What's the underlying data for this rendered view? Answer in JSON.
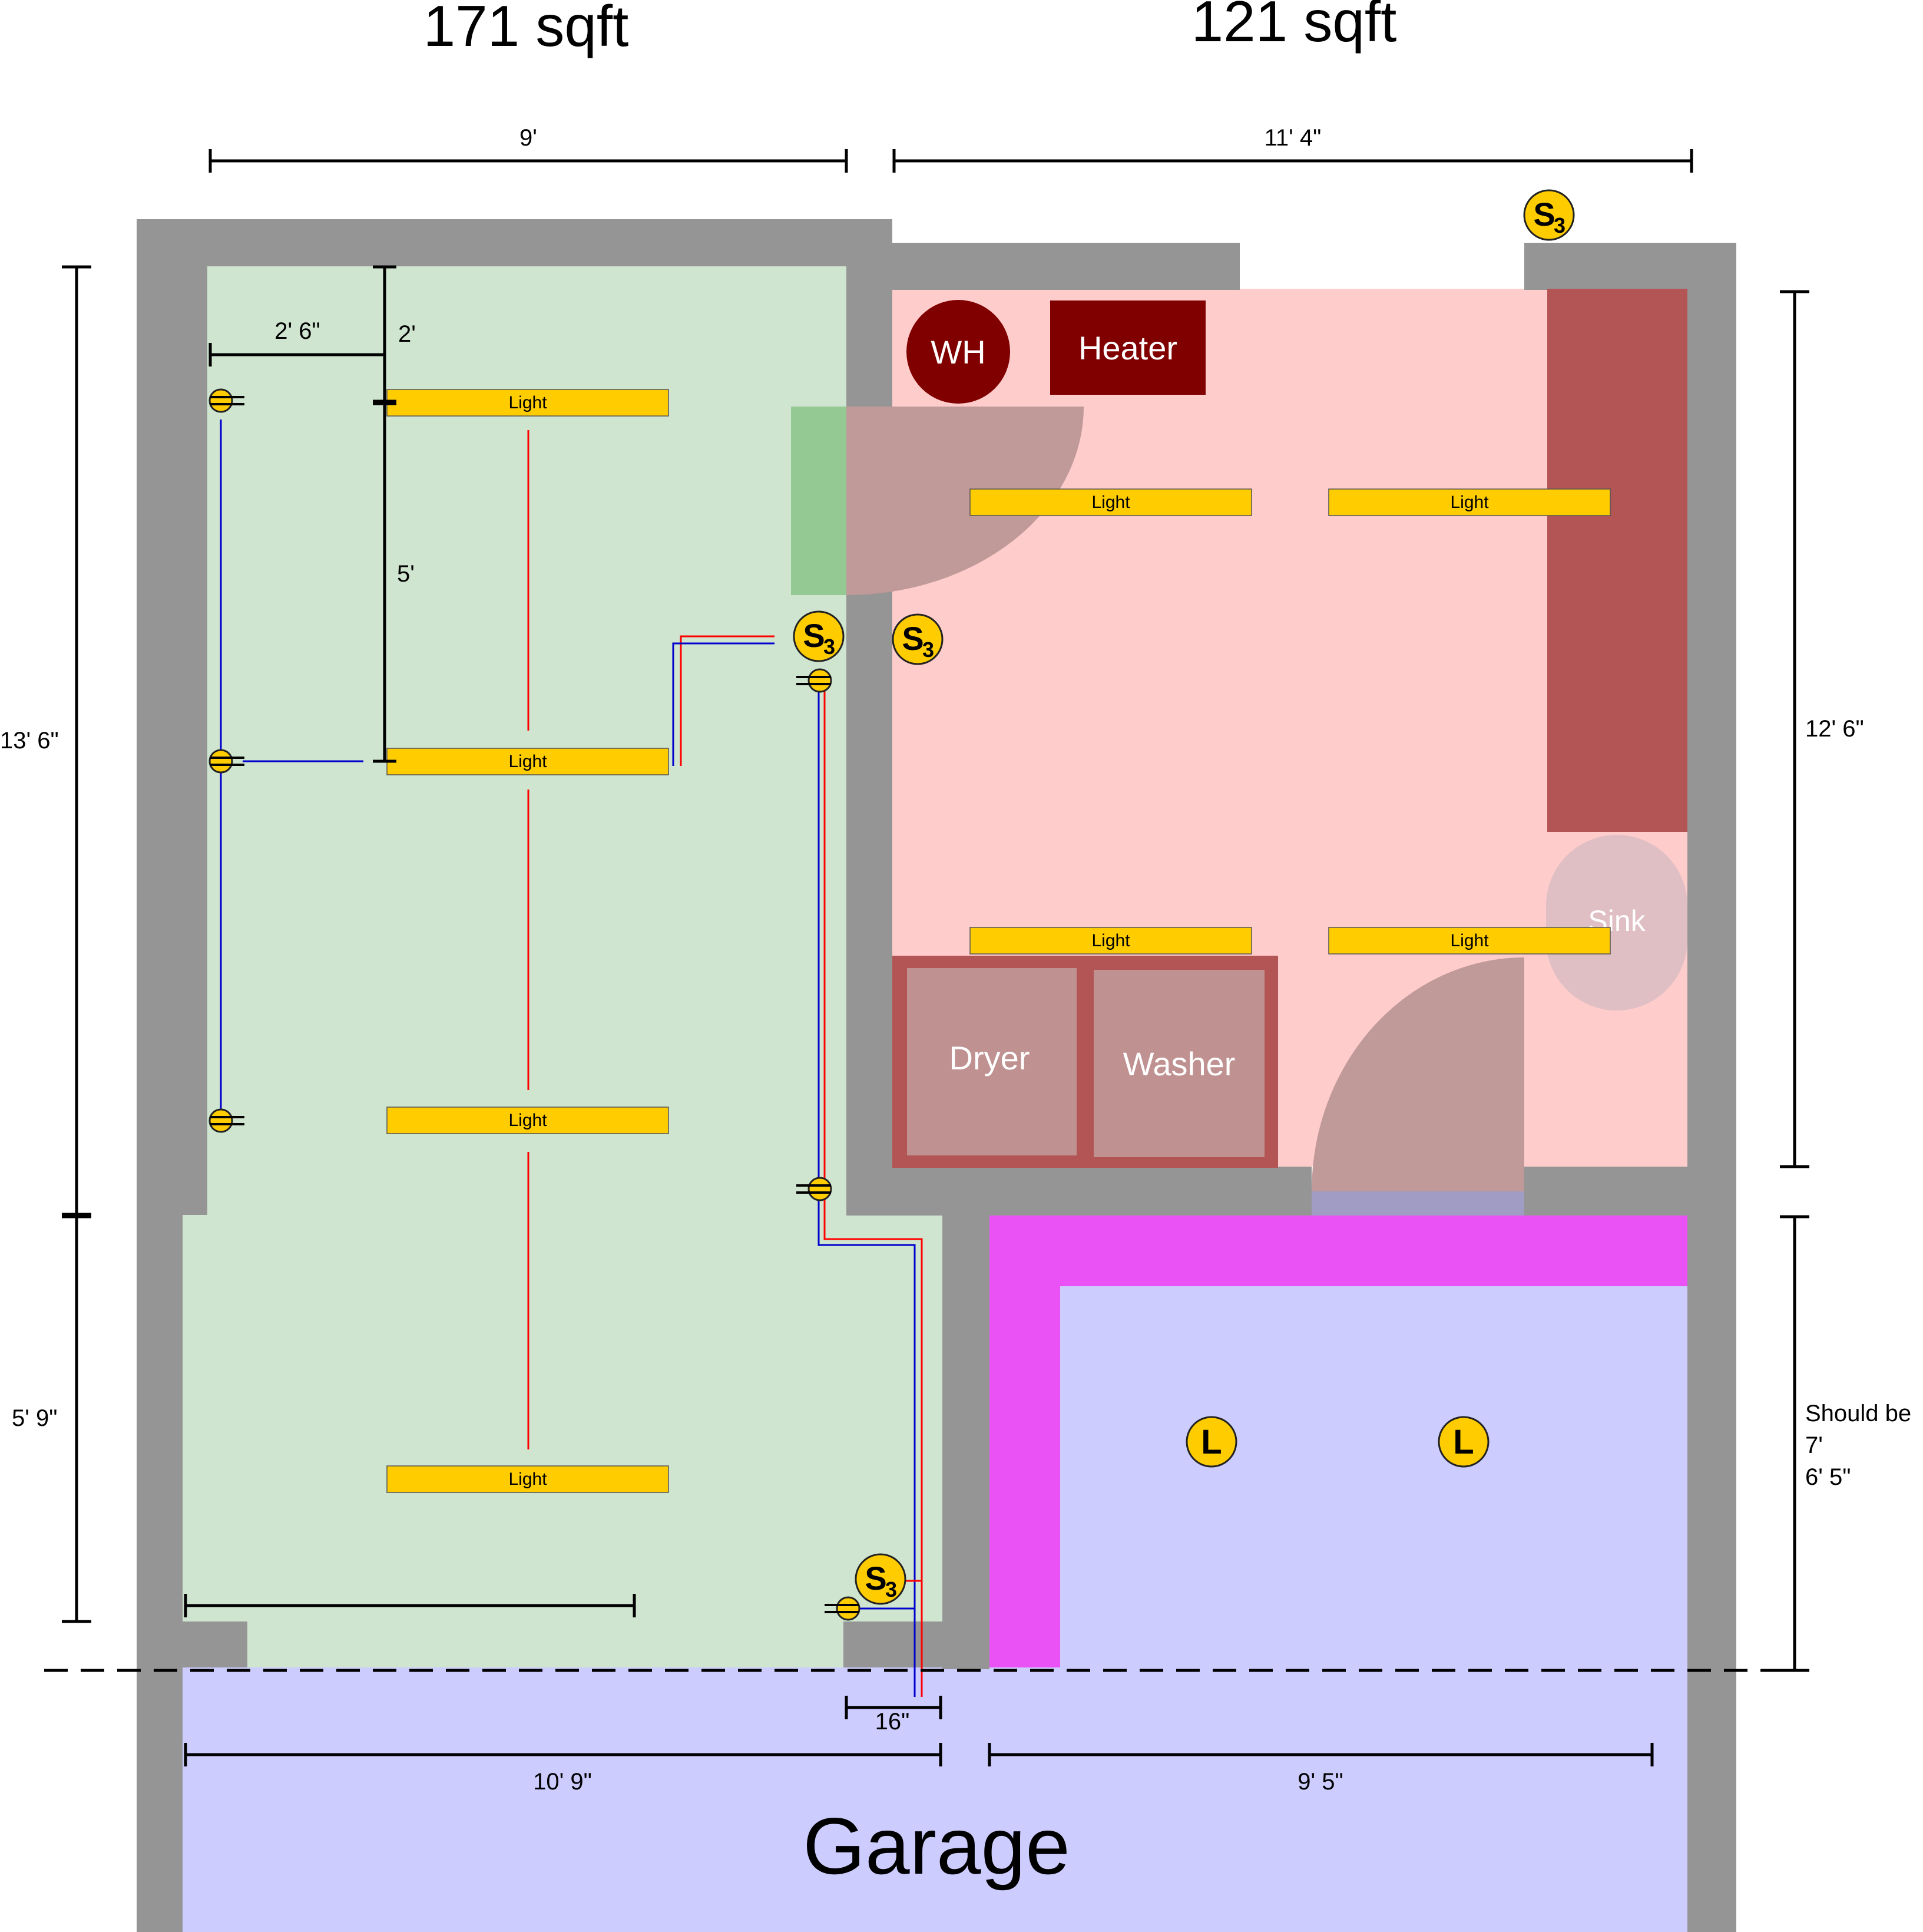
{
  "areas": {
    "left_room": "171 sqft",
    "right_room": "121 sqft"
  },
  "dimensions": {
    "top_left_width": "9'",
    "top_right_width": "11' 4\"",
    "left_offset": "2' 6\"",
    "top_gap": "2'",
    "light_spacing": "5'",
    "left_height_upper": "13' 6\"",
    "left_height_lower": "5' 9\"",
    "right_room_height": "12' 6\"",
    "lower_right_note": [
      "Should be",
      "7'",
      "6' 5\""
    ],
    "door_offset": "16\"",
    "bottom_left_width": "10' 9\"",
    "bottom_right_width": "9' 5\""
  },
  "fixtures": {
    "light_label": "Light",
    "water_heater": "WH",
    "heater": "Heater",
    "dryer": "Dryer",
    "washer": "Washer",
    "sink": "Sink",
    "switch_letter": "S",
    "switch_sub": "3",
    "lamp_letter": "L"
  },
  "garage_label": "Garage",
  "colors": {
    "wall": "#959595",
    "left_room": "#cfe5cf",
    "right_room": "#ffcccc",
    "garage": "#ccccff",
    "light_fixture": "#ffcc00",
    "appliance_dark": "#800000",
    "counter": "#b35555",
    "partition": "#ea52f6",
    "door_swing": "#c09999",
    "hot_wire": "#ff0000",
    "neutral_wire": "#0000cc"
  }
}
